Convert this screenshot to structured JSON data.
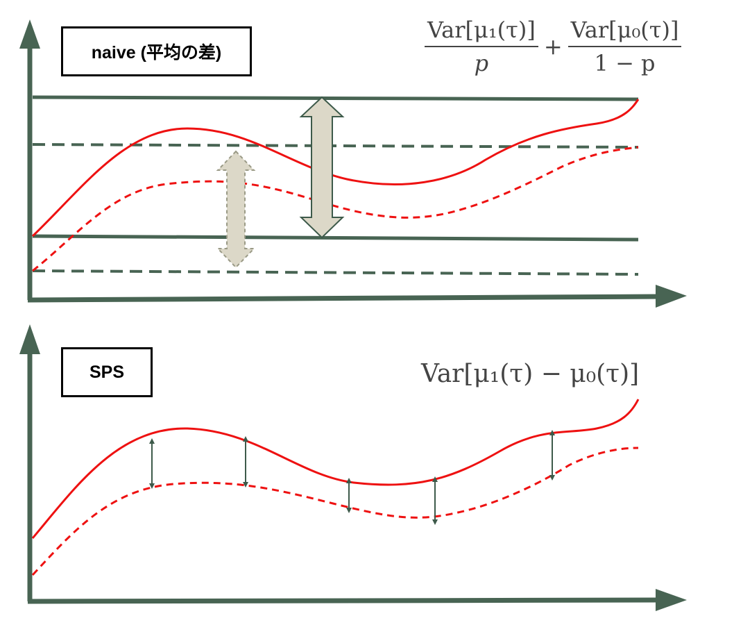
{
  "panels": {
    "naive": {
      "label": "naive (平均の差)",
      "formula": {
        "term1": {
          "num": "Var[μ₁(τ)]",
          "den": "p"
        },
        "op": "+",
        "term2": {
          "num": "Var[μ₀(τ)]",
          "den": "1 − p"
        }
      }
    },
    "sps": {
      "label": "SPS",
      "formula": "Var[μ₁(τ) − μ₀(τ)]"
    }
  },
  "colors": {
    "axis": "#486453",
    "curve": "#ee1111",
    "double_arrow_fill": "#dcd8c8",
    "small_arrow": "#3d5a4a"
  }
}
